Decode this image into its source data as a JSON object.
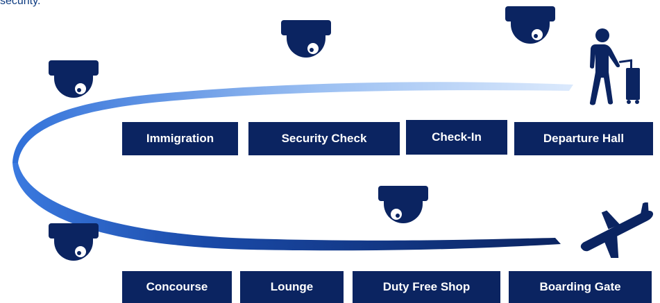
{
  "caption": "security.",
  "colors": {
    "box": "#0b2461",
    "camera": "#0b2461",
    "path_light": "#d6e6fb",
    "path_mid": "#3b7ae0",
    "path_dark": "#0b2461"
  },
  "icons": [
    "camera-icon",
    "traveler-icon",
    "airplane-icon"
  ],
  "stages_top": [
    "Immigration",
    "Security Check",
    "Check-In",
    "Departure Hall"
  ],
  "stages_bottom": [
    "Concourse",
    "Lounge",
    "Duty Free Shop",
    "Boarding Gate"
  ]
}
